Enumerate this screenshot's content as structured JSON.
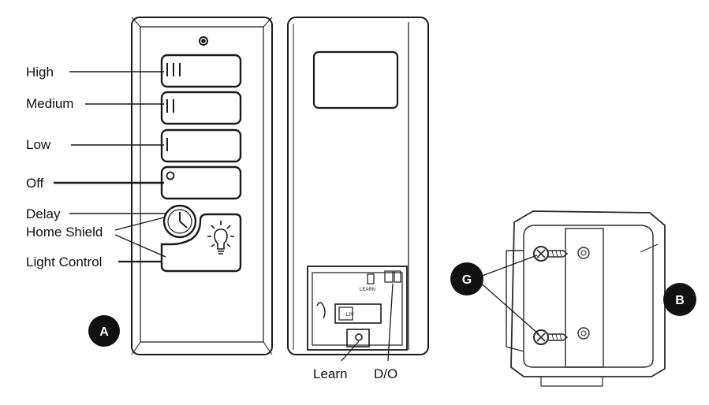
{
  "labels": {
    "high": "High",
    "medium": "Medium",
    "low": "Low",
    "off": "Off",
    "delay": "Delay",
    "home_shield": "Home Shield",
    "light_control": "Light Control",
    "learn": "Learn",
    "do": "D/O"
  },
  "board": {
    "voltage": "12V",
    "learn_text": "LEARN"
  },
  "badges": {
    "a": "A",
    "b": "B",
    "g": "G"
  },
  "colors": {
    "line": "#1a1a1a",
    "badge": "#111111"
  }
}
